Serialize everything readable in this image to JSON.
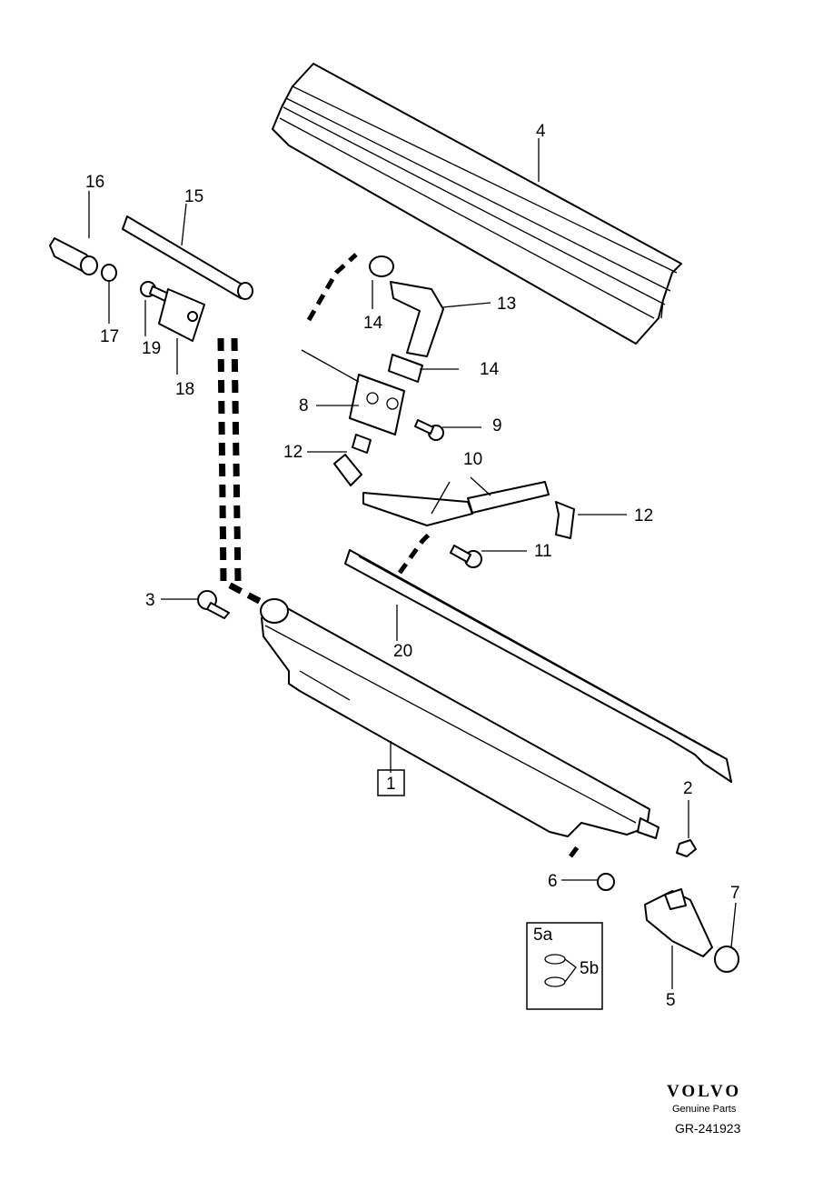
{
  "labels": {
    "l1": "1",
    "l2": "2",
    "l3": "3",
    "l4": "4",
    "l5": "5",
    "l5a": "5a",
    "l5b": "5b",
    "l6": "6",
    "l7": "7",
    "l8": "8",
    "l9": "9",
    "l10": "10",
    "l11": "11",
    "l12a": "12",
    "l12b": "12",
    "l13": "13",
    "l14a": "14",
    "l14b": "14",
    "l15": "15",
    "l16": "16",
    "l17": "17",
    "l18": "18",
    "l19": "19",
    "l20": "20"
  },
  "footer": {
    "brand": "VOLVO",
    "subtitle": "Genuine Parts",
    "code": "GR-241923"
  }
}
